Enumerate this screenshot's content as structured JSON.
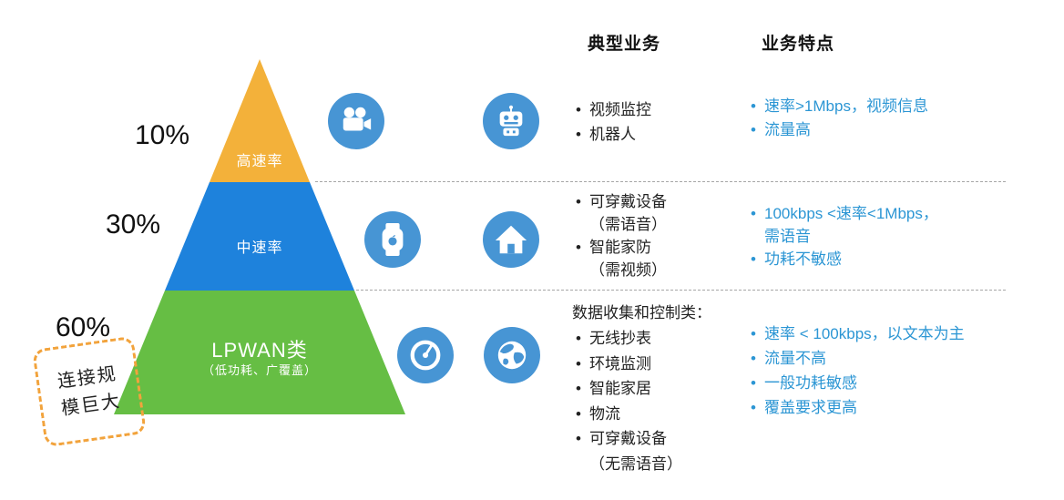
{
  "colors": {
    "tier_high": "#F3B13A",
    "tier_mid": "#1E82DC",
    "tier_low": "#66BE44",
    "icon_blue": "#4795D4",
    "feature_text": "#2C96D4",
    "badge_orange": "#F2A33C",
    "divider_gray": "#A6A6A6"
  },
  "headers": {
    "typical": "典型业务",
    "features": "业务特点"
  },
  "pyramid": {
    "tiers": [
      {
        "percent": "10%",
        "label": "高速率"
      },
      {
        "percent": "30%",
        "label": "中速率"
      },
      {
        "percent": "60%",
        "label": "LPWAN类",
        "sublabel": "（低功耗、广覆盖）"
      }
    ],
    "badge": {
      "line1": "连接规",
      "line2": "模巨大"
    }
  },
  "rows": [
    {
      "icons": [
        "video-camera-icon",
        "robot-icon"
      ],
      "typical": [
        {
          "b": true,
          "t": "视频监控"
        },
        {
          "b": true,
          "t": "机器人"
        }
      ],
      "features": [
        {
          "b": true,
          "t": "速率>1Mbps，视频信息"
        },
        {
          "b": true,
          "t": "流量高"
        }
      ]
    },
    {
      "icons": [
        "watch-icon",
        "house-icon"
      ],
      "typical": [
        {
          "b": true,
          "t": "可穿戴设备"
        },
        {
          "b": false,
          "t": "（需语音）"
        },
        {
          "b": true,
          "t": "智能家防"
        },
        {
          "b": false,
          "t": "（需视频）"
        }
      ],
      "features": [
        {
          "b": true,
          "t": "100kbps <速率<1Mbps，"
        },
        {
          "b": false,
          "t": "需语音"
        },
        {
          "b": true,
          "t": "功耗不敏感"
        }
      ]
    },
    {
      "icons": [
        "gauge-icon",
        "globe-icon"
      ],
      "typical_header": "数据收集和控制类：",
      "typical": [
        {
          "b": true,
          "t": "无线抄表"
        },
        {
          "b": true,
          "t": "环境监测"
        },
        {
          "b": true,
          "t": "智能家居"
        },
        {
          "b": true,
          "t": "物流"
        },
        {
          "b": true,
          "t": "可穿戴设备"
        },
        {
          "b": false,
          "t": "（无需语音）"
        }
      ],
      "features": [
        {
          "b": true,
          "t": "速率 < 100kbps，以文本为主"
        },
        {
          "b": true,
          "t": "流量不高"
        },
        {
          "b": true,
          "t": "一般功耗敏感"
        },
        {
          "b": true,
          "t": "覆盖要求更高"
        }
      ]
    }
  ]
}
